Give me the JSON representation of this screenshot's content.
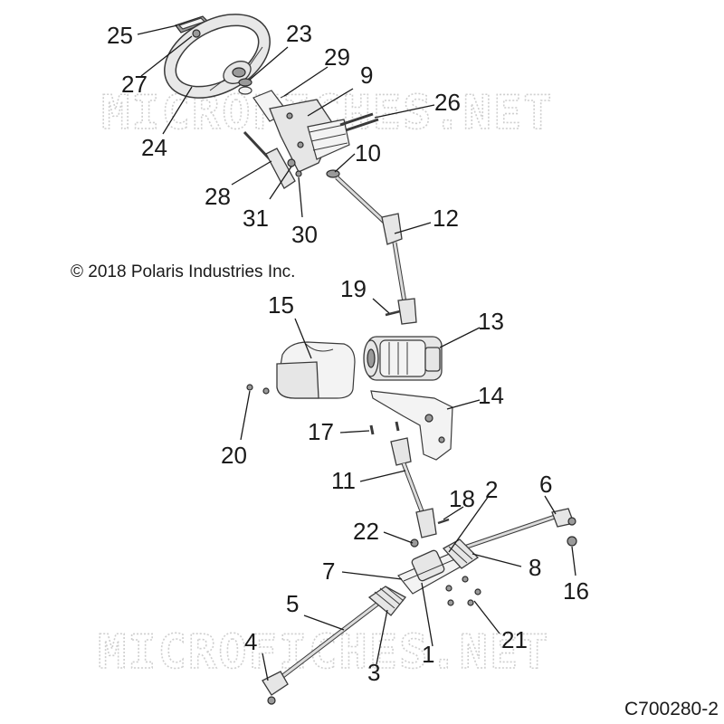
{
  "copyright": "© 2018 Polaris Industries Inc.",
  "figure_id": "C700280-2",
  "watermark": "MICROFICHES.NET",
  "callouts": {
    "c1": "1",
    "c2": "2",
    "c3": "3",
    "c4": "4",
    "c5": "5",
    "c6": "6",
    "c7": "7",
    "c8": "8",
    "c9": "9",
    "c10": "10",
    "c11": "11",
    "c12": "12",
    "c13": "13",
    "c14": "14",
    "c15": "15",
    "c16": "16",
    "c17": "17",
    "c18": "18",
    "c19": "19",
    "c20": "20",
    "c21": "21",
    "c22": "22",
    "c23": "23",
    "c24": "24",
    "c25": "25",
    "c26": "26",
    "c27": "27",
    "c28": "28",
    "c29": "29",
    "c30": "30",
    "c31": "31"
  }
}
